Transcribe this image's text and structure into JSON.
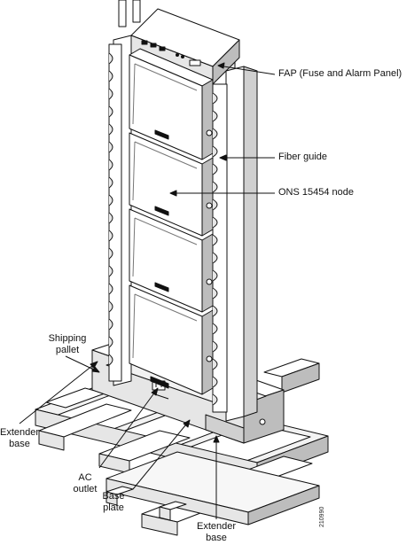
{
  "callouts": {
    "fap": "FAP (Fuse and Alarm Panel)",
    "fiber_guide": "Fiber guide",
    "ons_node": "ONS 15454 node",
    "shipping_pallet_line1": "Shipping",
    "shipping_pallet_line2": "pallet",
    "extender_base_left_line1": "Extender",
    "extender_base_left_line2": "base",
    "ac_outlet_line1": "AC",
    "ac_outlet_line2": "outlet",
    "base_plate_line1": "Base",
    "base_plate_line2": "plate",
    "extender_base_bottom_line1": "Extender",
    "extender_base_bottom_line2": "base"
  },
  "figure_id": "210990",
  "colors": {
    "line": "#111111",
    "fill_light": "#ffffff",
    "fill_shade": "#e6e6e6",
    "fill_dark": "#bdbdbd"
  }
}
